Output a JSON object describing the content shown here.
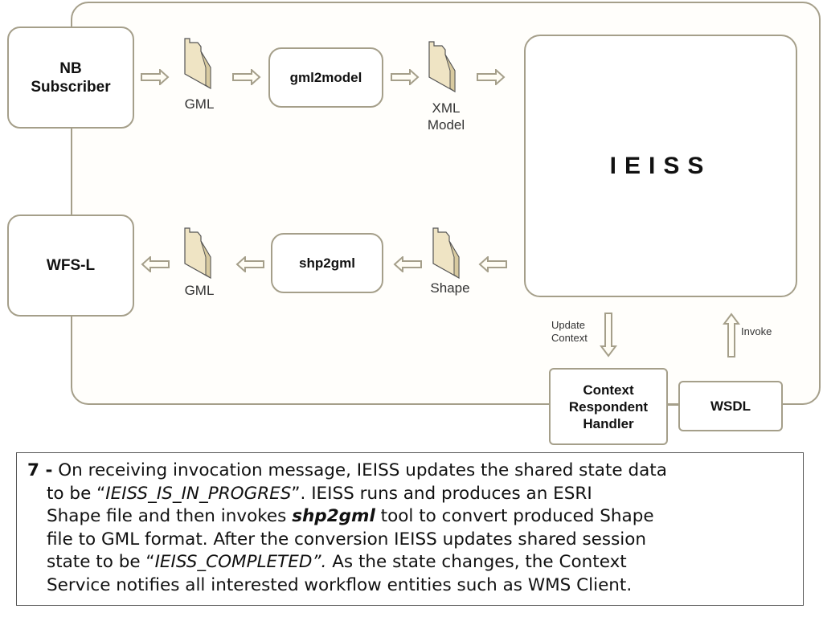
{
  "diagram": {
    "nodes": {
      "nb_subscriber": "NB\nSubscriber",
      "nb_subscriber_line1": "NB",
      "nb_subscriber_line2": "Subscriber",
      "gml2model": "gml2model",
      "ieiss": "IEISS",
      "wfs_l": "WFS-L",
      "shp2gml": "shp2gml",
      "context_handler_line1": "Context",
      "context_handler_line2": "Respondent",
      "context_handler_line3": "Handler",
      "wsdl": "WSDL"
    },
    "files": {
      "gml_top": "GML",
      "xml_model_line1": "XML",
      "xml_model_line2": "Model",
      "gml_bottom": "GML",
      "shape": "Shape"
    },
    "edge_labels": {
      "update_context_line1": "Update",
      "update_context_line2": "Context",
      "invoke": "Invoke"
    },
    "colors": {
      "stroke": "#a59f8a",
      "folder_fill": "#efe4c4"
    }
  },
  "description": {
    "step_number": "7 -",
    "l1": " On receiving invocation message, IEISS updates the shared state data",
    "l2a": "to be “",
    "l2_italic": "IEISS_IS_IN_PROGRES",
    "l2b": "”. IEISS runs and produces an ESRI",
    "l3a": "Shape file and then invokes ",
    "l3_bold_italic": "shp2gml",
    "l3b": " tool to convert produced Shape",
    "l4": "file to GML format. After the conversion IEISS updates shared session",
    "l5a": "state to be “",
    "l5_italic": "IEISS_COMPLETED”.",
    "l5b": " As the state changes, the Context",
    "l6": "Service notifies all interested workflow entities such as WMS Client."
  }
}
